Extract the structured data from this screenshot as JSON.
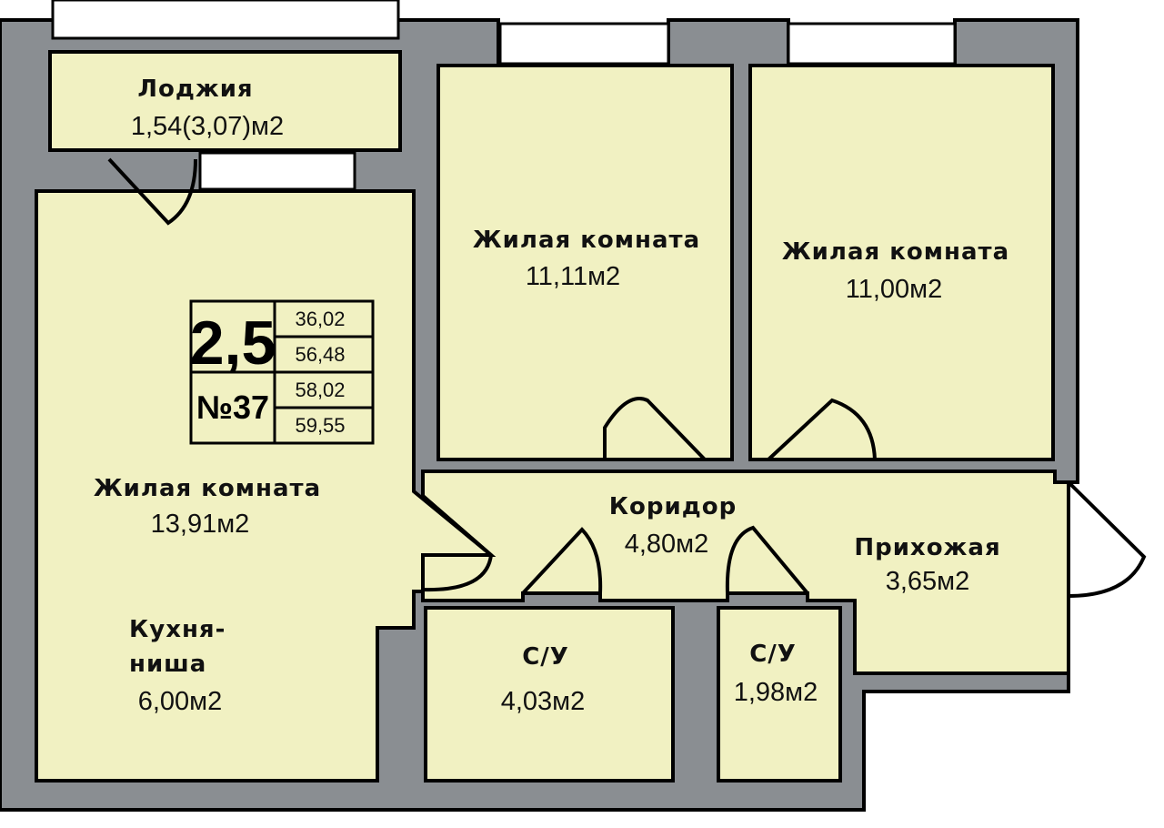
{
  "rooms": {
    "loggia": {
      "name": "Лоджия",
      "area": "1,54(3,07)м2"
    },
    "room1": {
      "name": "Жилая комната",
      "area": "11,11м2"
    },
    "room2": {
      "name": "Жилая комната",
      "area": "11,00м2"
    },
    "room3": {
      "name": "Жилая комната",
      "area": "13,91м2"
    },
    "kitchen": {
      "name_line1": "Кухня-",
      "name_line2": "ниша",
      "area": "6,00м2"
    },
    "corridor": {
      "name": "Коридор",
      "area": "4,80м2"
    },
    "hall": {
      "name": "Прихожая",
      "area": "3,65м2"
    },
    "wc1": {
      "name": "С/У",
      "area": "4,03м2"
    },
    "wc2": {
      "name": "С/У",
      "area": "1,98м2"
    }
  },
  "badge": {
    "type": "2,5",
    "number": "№37",
    "areas": [
      "36,02",
      "56,48",
      "58,02",
      "59,55"
    ]
  },
  "colors": {
    "room_fill": "#f1f1c2",
    "wall_fill": "#8a8e92"
  }
}
